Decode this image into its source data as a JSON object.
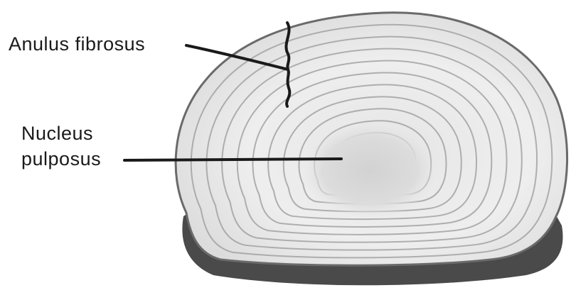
{
  "labels": {
    "anulus": "Anulus fibrosus",
    "nucleus_line1": "Nucleus",
    "nucleus_line2": "pulposus"
  },
  "colors": {
    "disc_fill": "#ececec",
    "disc_shadow": "#4a4a4a",
    "ring_stroke": "#9a9a9a",
    "nucleus_fill": "#dadada",
    "leader_line": "#1a1a1a",
    "text": "#1a1a1a"
  }
}
